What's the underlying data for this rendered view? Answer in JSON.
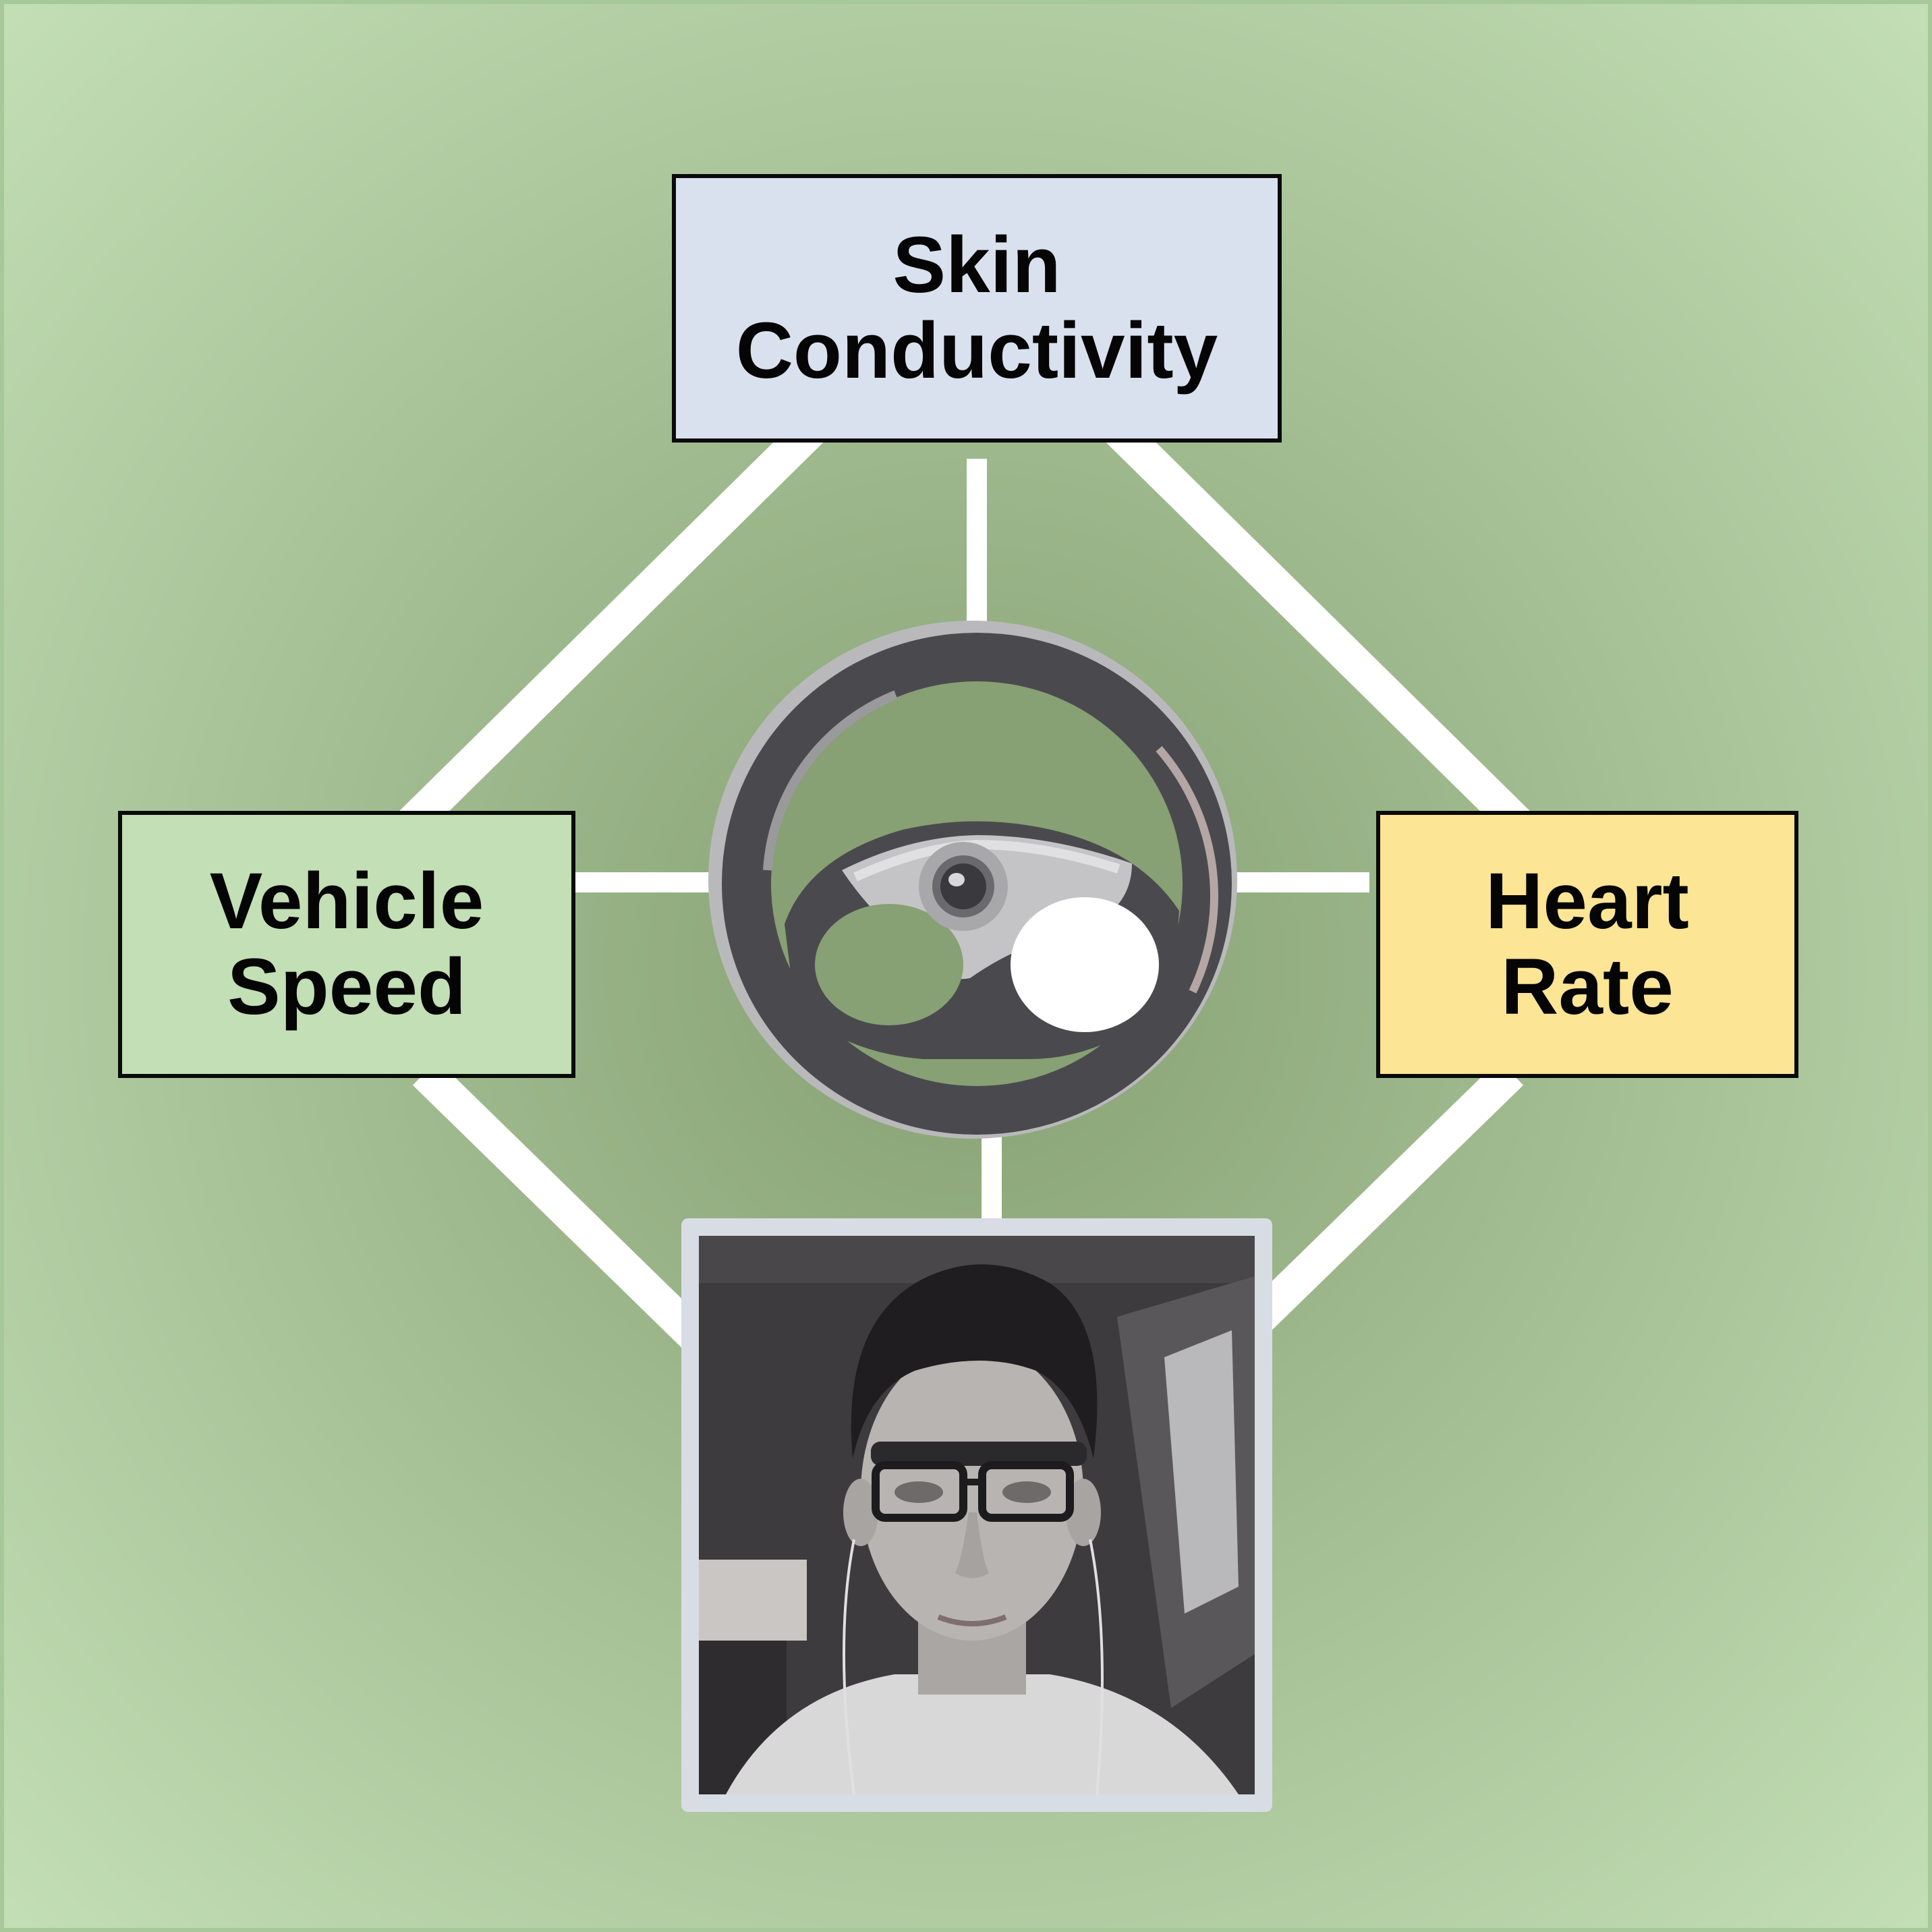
{
  "diagram": {
    "nodes": {
      "top": {
        "line1": "Skin",
        "line2": "Conductivity"
      },
      "left": {
        "line1": "Vehicle",
        "line2": "Speed"
      },
      "right": {
        "line1": "Heart",
        "line2": "Rate"
      }
    },
    "center_icon": "steering-wheel-icon",
    "bottom_image": "driver-photo"
  },
  "colors": {
    "background_center": "#87a074",
    "background_edge": "#c3dfb5",
    "connector": "#ffffff",
    "skin_box": "#dae1ee",
    "speed_box": "#c3dfb5",
    "heart_box": "#fde596",
    "box_border": "#0a0a0a",
    "photo_border": "#d8dce4"
  }
}
